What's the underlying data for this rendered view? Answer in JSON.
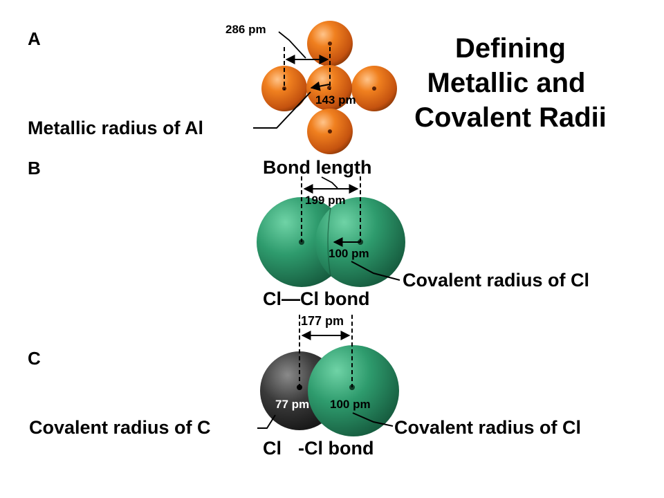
{
  "title": {
    "line1": "Defining",
    "line2": "Metallic and",
    "line3": "Covalent Radii"
  },
  "panel_a": {
    "letter": "A",
    "distance_label": "286 pm",
    "radius_label": "143 pm",
    "caption": "Metallic radius of Al",
    "atom_color": "#e0681a"
  },
  "panel_b": {
    "letter": "B",
    "bond_length_label": "Bond length",
    "distance_label": "199 pm",
    "radius_label": "100 pm",
    "caption": "Covalent radius of Cl",
    "bond_label": "Cl—Cl bond",
    "atom_color": "#2f9a6e"
  },
  "panel_c": {
    "letter": "C",
    "distance_label": "177 pm",
    "radius_c_label": "77 pm",
    "radius_cl_label": "100 pm",
    "caption_c": "Covalent radius of C",
    "caption_cl": "Covalent radius of Cl",
    "bond_label_left": "Cl",
    "bond_label_right": "-Cl bond",
    "carbon_color": "#333333",
    "chlorine_color": "#2f9a6e"
  }
}
